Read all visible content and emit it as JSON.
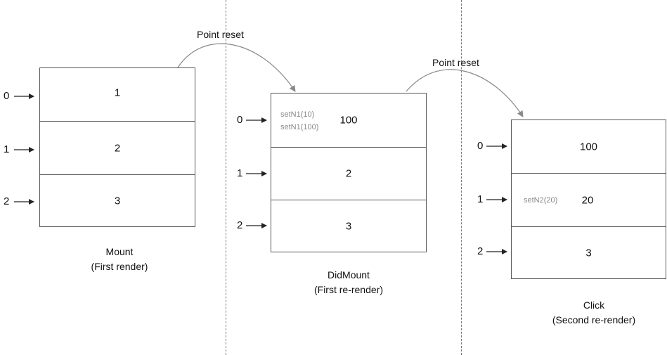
{
  "panels": [
    {
      "caption_title": "Mount",
      "caption_sub": "(First render)",
      "indices": [
        "0",
        "1",
        "2"
      ],
      "cells": [
        {
          "value": "1"
        },
        {
          "value": "2"
        },
        {
          "value": "3"
        }
      ]
    },
    {
      "caption_title": "DidMount",
      "caption_sub": "(First re-render)",
      "indices": [
        "0",
        "1",
        "2"
      ],
      "cells": [
        {
          "value": "100",
          "notes": [
            "setN1(10)",
            "setN1(100)"
          ]
        },
        {
          "value": "2"
        },
        {
          "value": "3"
        }
      ]
    },
    {
      "caption_title": "Click",
      "caption_sub": "(Second re-render)",
      "indices": [
        "0",
        "1",
        "2"
      ],
      "cells": [
        {
          "value": "100"
        },
        {
          "value": "20",
          "notes": [
            "setN2(20)"
          ]
        },
        {
          "value": "3"
        }
      ]
    }
  ],
  "transitions": [
    {
      "label": "Point reset"
    },
    {
      "label": "Point reset"
    }
  ]
}
